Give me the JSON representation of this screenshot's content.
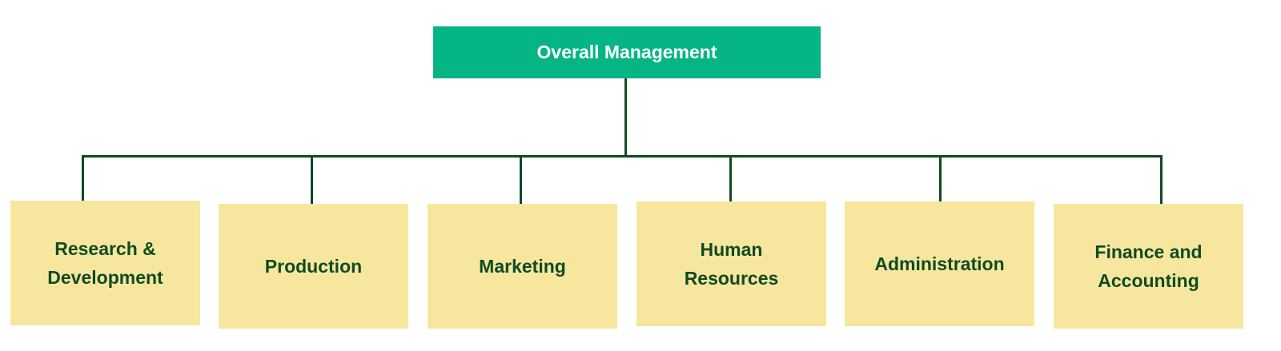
{
  "root": {
    "label": "Overall Management"
  },
  "departments": [
    {
      "label": "Research & Development"
    },
    {
      "label": "Production"
    },
    {
      "label": "Marketing"
    },
    {
      "label": "Human Resources"
    },
    {
      "label": "Administration"
    },
    {
      "label": "Finance and Accounting"
    }
  ],
  "colors": {
    "root": "#05b585",
    "box": "#f7e79e",
    "text": "#0f4a23",
    "line": "#0f4a23"
  }
}
